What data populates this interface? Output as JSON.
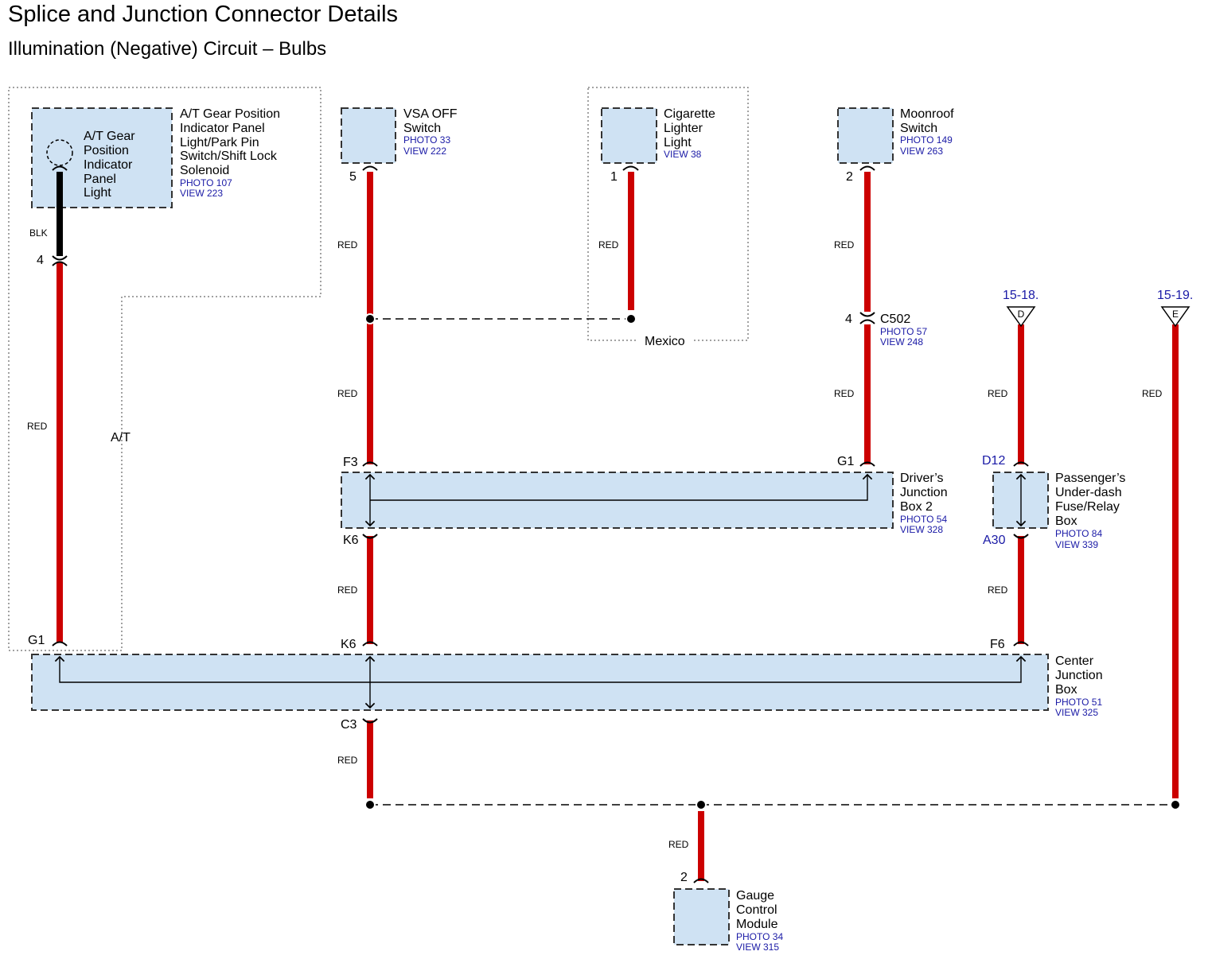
{
  "title": "Splice and Junction Connector Details",
  "subtitle": "Illumination (Negative) Circuit – Bulbs",
  "colors": {
    "wire_red": "#cc0000",
    "wire_black": "#000000",
    "box_fill": "#cfe2f3",
    "ref_text": "#1a1aa6"
  },
  "components": {
    "at_gear": {
      "inner": [
        "A/T Gear",
        "Position",
        "Indicator",
        "Panel",
        "Light"
      ],
      "name": [
        "A/T Gear Position",
        "Indicator Panel",
        "Light/Park Pin",
        "Switch/Shift Lock",
        "Solenoid"
      ],
      "photo": "PHOTO 107",
      "view": "VIEW 223",
      "pin": "4",
      "wire_top": "BLK",
      "wire_bottom": "RED"
    },
    "vsa": {
      "name": [
        "VSA OFF",
        "Switch"
      ],
      "photo": "PHOTO 33",
      "view": "VIEW 222",
      "pin": "5"
    },
    "cig": {
      "name": [
        "Cigarette",
        "Lighter",
        "Light"
      ],
      "photo": "VIEW 38",
      "pin": "1"
    },
    "moonroof": {
      "name": [
        "Moonroof",
        "Switch"
      ],
      "photo": "PHOTO 149",
      "view": "VIEW 263",
      "pin": "2"
    },
    "c502": {
      "name": "C502",
      "pin": "4",
      "photo": "PHOTO 57",
      "view": "VIEW 248"
    },
    "djb2": {
      "name": [
        "Driver’s",
        "Junction",
        "Box 2"
      ],
      "photo": "PHOTO 54",
      "view": "VIEW 328",
      "pin_left_top": "F3",
      "pin_right_top": "G1",
      "pin_left_bottom": "K6"
    },
    "pudb": {
      "name": [
        "Passenger’s",
        "Under-dash",
        "Fuse/Relay",
        "Box"
      ],
      "photo": "PHOTO 84",
      "view": "VIEW 339",
      "pin_top": "D12",
      "pin_bottom": "A30"
    },
    "cjb": {
      "name": [
        "Center",
        "Junction",
        "Box"
      ],
      "photo": "PHOTO 51",
      "view": "VIEW 325",
      "pin_g1": "G1",
      "pin_k6": "K6",
      "pin_f6": "F6",
      "pin_c3": "C3"
    },
    "gauge": {
      "name": [
        "Gauge",
        "Control",
        "Module"
      ],
      "photo": "PHOTO 34",
      "view": "VIEW 315",
      "pin": "2"
    }
  },
  "refs": {
    "d": {
      "label": "15-18.",
      "letter": "D"
    },
    "e": {
      "label": "15-19.",
      "letter": "E"
    }
  },
  "regions": {
    "at": "A/T",
    "mexico": "Mexico"
  },
  "wire_label": "RED"
}
